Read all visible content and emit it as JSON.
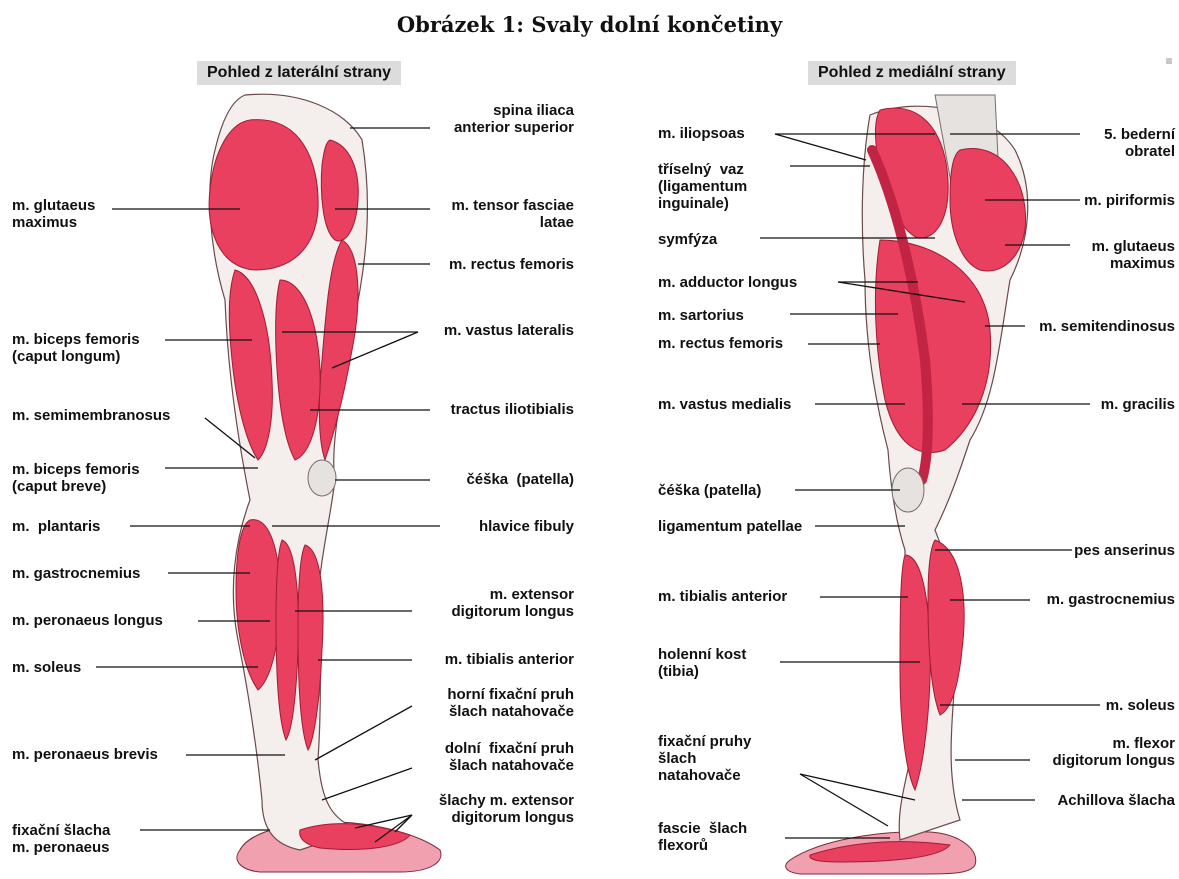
{
  "title": "Obrázek 1: Svaly dolní končetiny",
  "colors": {
    "muscle": "#e8405e",
    "muscle_dark": "#c22444",
    "tendon": "#f4eeec",
    "bone": "#e6e2df",
    "skin": "#f0a0ae",
    "header_bg": "#dcdcdc"
  },
  "lateral": {
    "header": "Pohled z laterální strany",
    "labels": {
      "spina": "spina iliaca\nanterior superior",
      "glutmax": "m. glutaeus\nmaximus",
      "tensor": "m. tensor fasciae\nlatae",
      "rectus": "m. rectus femoris",
      "biceps_long": "m. biceps femoris\n(caput longum)",
      "vastus_lat": "m. vastus lateralis",
      "semimem": "m. semimembranosus",
      "tractus": "tractus iliotibialis",
      "biceps_short": "m. biceps femoris\n(caput breve)",
      "patella": "čéška  (patella)",
      "plantaris": "m.  plantaris",
      "fibula_head": "hlavice fibuly",
      "gastro": "m. gastrocnemius",
      "ext_dig": "m. extensor\ndigitorum longus",
      "peron_long": "m. peronaeus longus",
      "soleus": "m. soleus",
      "tib_ant": "m. tibialis anterior",
      "upper_ret": "horní fixační pruh\nšlach natahovače",
      "peron_brev": "m. peronaeus brevis",
      "lower_ret": "dolní  fixační pruh\nšlach natahovače",
      "ext_tendons": "šlachy m. extensor\ndigitorum longus",
      "fix_tendon": "fixační šlacha\nm. peronaeus"
    }
  },
  "medial": {
    "header": "Pohled  z mediální  strany",
    "labels": {
      "iliopsoas": "m. iliopsoas",
      "lumbar": "5. bederní\nobratel",
      "ligament": "tříselný  vaz\n(ligamentum\ninguinale)",
      "piriformis": "m. piriformis",
      "symphysis": "symfýza",
      "glutmax": "m. glutaeus\nmaximus",
      "add_long": "m. adductor longus",
      "sartorius": "m. sartorius",
      "semitend": "m. semitendinosus",
      "rectus": "m. rectus femoris",
      "vastus_med": "m. vastus medialis",
      "gracilis": "m. gracilis",
      "patella": "čéška (patella)",
      "lig_pat": "ligamentum patellae",
      "pes": "pes anserinus",
      "tib_ant": "m. tibialis anterior",
      "gastro": "m. gastrocnemius",
      "tibia": "holenní kost\n(tibia)",
      "soleus": "m. soleus",
      "fix_pruhy": "fixační pruhy\nšlach\nnatahovače",
      "flexor": "m. flexor\ndigitorum longus",
      "achilles": "Achillova šlacha",
      "fascia": "fascie  šlach\nflexorů"
    }
  }
}
